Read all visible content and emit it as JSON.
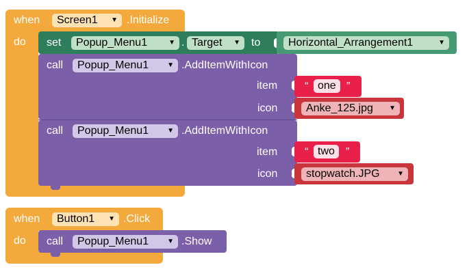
{
  "colors": {
    "event": "#F4A93C",
    "setter": "#2E7D5B",
    "component": "#459A74",
    "call": "#7B5FA8",
    "text": "#E8204A",
    "asset": "#C8363C"
  },
  "screen_init": {
    "when": "when",
    "component": "Screen1",
    "event": ".Initialize",
    "do": "do",
    "setter": {
      "set": "set",
      "component": "Popup_Menu1",
      "dot": ".",
      "property": "Target",
      "to": "to",
      "value": "Horizontal_Arrangement1"
    },
    "calls": [
      {
        "call": "call",
        "component": "Popup_Menu1",
        "method": ".AddItemWithIcon",
        "item_label": "item",
        "item_value": "one",
        "icon_label": "icon",
        "icon_value": "Anke_125.jpg"
      },
      {
        "call": "call",
        "component": "Popup_Menu1",
        "method": ".AddItemWithIcon",
        "item_label": "item",
        "item_value": "two",
        "icon_label": "icon",
        "icon_value": "stopwatch.JPG"
      }
    ]
  },
  "button_click": {
    "when": "when",
    "component": "Button1",
    "event": ".Click",
    "do": "do",
    "call": "call",
    "call_component": "Popup_Menu1",
    "method": ".Show"
  },
  "quote_open": "“",
  "quote_close": "”",
  "dropdown_arrow": "▼"
}
